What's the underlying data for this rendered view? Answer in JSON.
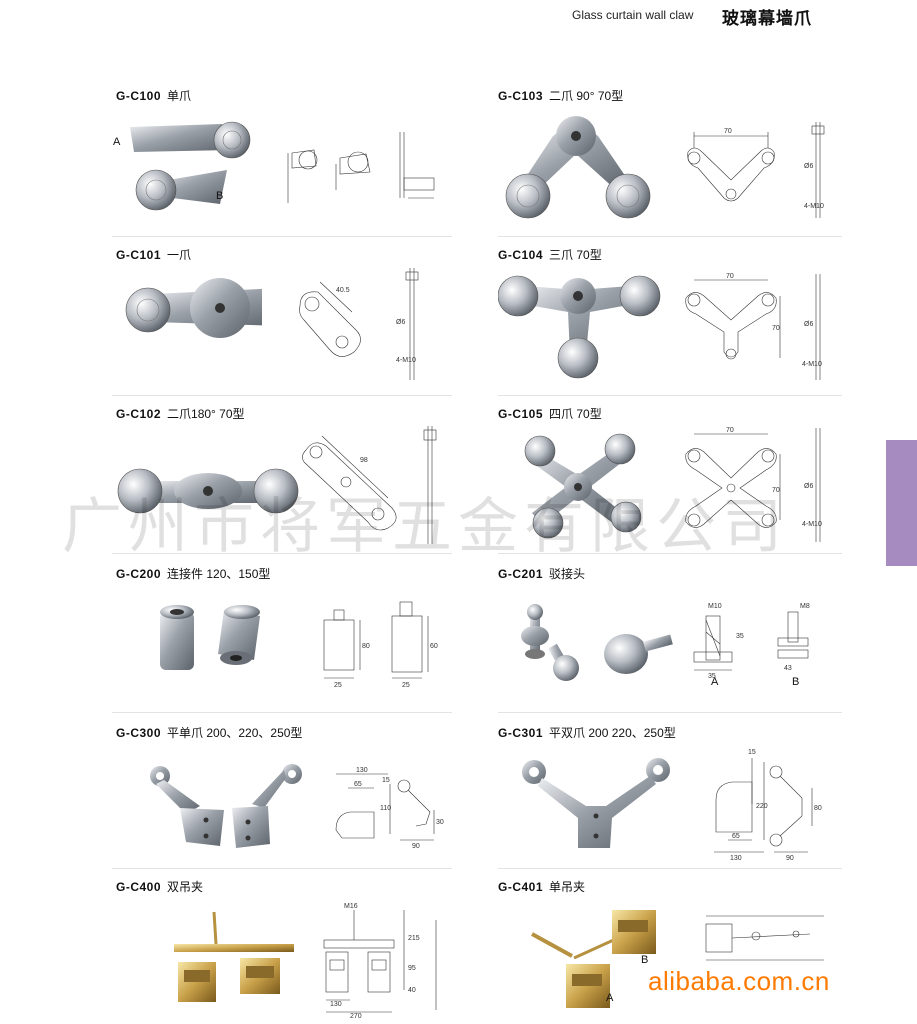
{
  "header": {
    "title_en": "Glass curtain wall claw",
    "title_cn": "玻璃幕墙爪"
  },
  "watermark": "广州市将军五金有限公司",
  "website": "alibaba.com.cn",
  "products": [
    {
      "code": "G-C100",
      "name": "单爪",
      "sub_a": "A",
      "sub_b": "B"
    },
    {
      "code": "G-C103",
      "name": "二爪 90°  70型",
      "dim": "70",
      "dim_v": "Ø6",
      "dim_bolt": "4-M10"
    },
    {
      "code": "G-C101",
      "name": "一爪",
      "dim": "40.5",
      "dim_v": "Ø6",
      "dim_bolt": "4-M10"
    },
    {
      "code": "G-C104",
      "name": "三爪 70型",
      "dim": "70",
      "dim_v": "70",
      "dim_v2": "Ø6",
      "dim_bolt": "4-M10"
    },
    {
      "code": "G-C102",
      "name": "二爪180°  70型",
      "dim": "98"
    },
    {
      "code": "G-C105",
      "name": "四爪  70型",
      "dim": "70",
      "dim_v": "70",
      "dim_v2": "Ø6",
      "dim_bolt": "4-M10"
    },
    {
      "code": "G-C200",
      "name": "连接件  120、150型",
      "dims": [
        "80",
        "25",
        "60",
        "25"
      ]
    },
    {
      "code": "G-C201",
      "name": "驳接头",
      "dims": [
        "M10",
        "35",
        "35",
        "M8",
        "43"
      ],
      "sub_a": "A",
      "sub_b": "B"
    },
    {
      "code": "G-C300",
      "name": "平单爪  200、220、250型",
      "dims": [
        "130",
        "65",
        "15",
        "110",
        "30",
        "90"
      ]
    },
    {
      "code": "G-C301",
      "name": "平双爪  200  220、250型",
      "dims": [
        "15",
        "220",
        "80",
        "65",
        "130",
        "90"
      ]
    },
    {
      "code": "G-C400",
      "name": "双吊夹",
      "dims": [
        "M16",
        "215",
        "95",
        "40",
        "130",
        "270"
      ]
    },
    {
      "code": "G-C401",
      "name": "单吊夹",
      "sub_a": "A",
      "sub_b": "B"
    }
  ]
}
